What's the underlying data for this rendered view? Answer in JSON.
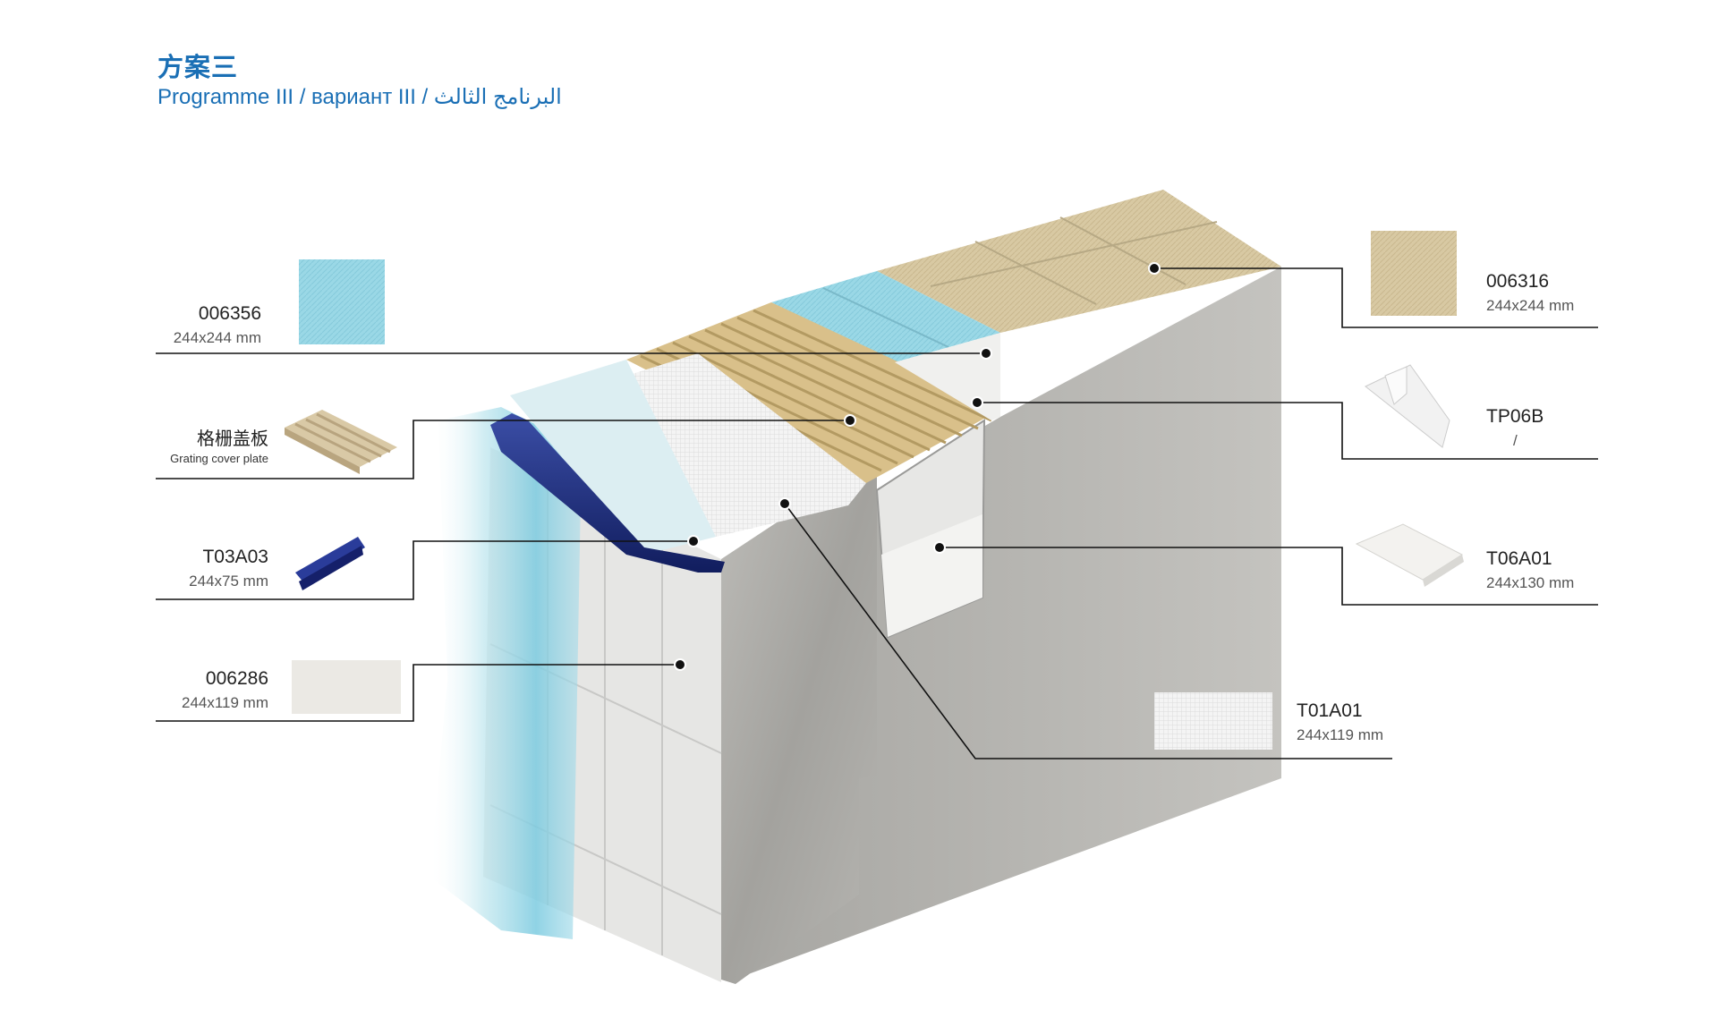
{
  "header": {
    "title_zh": "方案三",
    "subtitle": "Programme III / вариант III / البرنامج الثالث"
  },
  "materials": {
    "m006356": {
      "code": "006356",
      "size": "244x244 mm"
    },
    "grating": {
      "name_zh": "格栅盖板",
      "name_en": "Grating cover plate"
    },
    "t03a03": {
      "code": "T03A03",
      "size": "244x75 mm"
    },
    "m006286": {
      "code": "006286",
      "size": "244x119 mm"
    },
    "m006316": {
      "code": "006316",
      "size": "244x244 mm"
    },
    "tp06b": {
      "code": "TP06B",
      "size": "/"
    },
    "t06a01": {
      "code": "T06A01",
      "size": "244x130 mm"
    },
    "t01a01": {
      "code": "T01A01",
      "size": "244x119 mm"
    }
  },
  "colors": {
    "title_blue": "#1a6fb5",
    "pool_blue": "#9ad8e6",
    "beige": "#d8c9a3",
    "grating_beige": "#d9c08a",
    "dark_blue": "#1c2a78",
    "concrete": "#a9a9a6",
    "white_tile": "#eeeeec"
  }
}
